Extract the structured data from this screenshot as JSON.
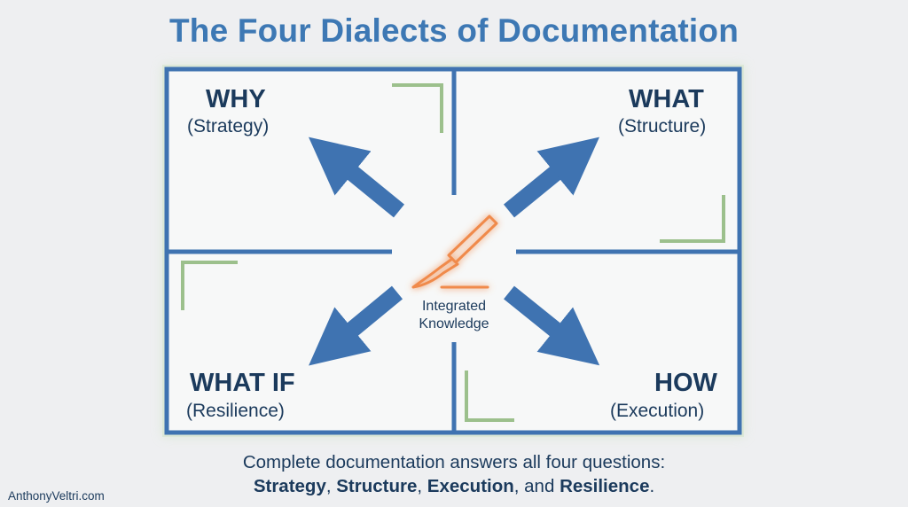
{
  "title": "The Four Dialects of Documentation",
  "quadrants": {
    "why": {
      "heading": "WHY",
      "subtitle": "(Strategy)"
    },
    "what": {
      "heading": "WHAT",
      "subtitle": "(Structure)"
    },
    "what_if": {
      "heading": "WHAT IF",
      "subtitle": "(Resilience)"
    },
    "how": {
      "heading": "HOW",
      "subtitle": "(Execution)"
    }
  },
  "center": {
    "line1": "Integrated",
    "line2": "Knowledge",
    "icon": "scalpel-icon"
  },
  "caption": {
    "line1": "Complete documentation answers all four questions:",
    "terms": [
      "Strategy",
      "Structure",
      "Execution",
      "Resilience"
    ],
    "sep1": ", ",
    "sep2": ", ",
    "sep3": ", and ",
    "end": "."
  },
  "footer": "AnthonyVeltri.com",
  "colors": {
    "accent_blue": "#3d78b4",
    "dark_text": "#1b3a5c",
    "frame_blue": "#3f73b1",
    "bracket_green": "#9cc08c",
    "scalpel_orange": "#f08a4b",
    "background": "#eeeff1"
  }
}
